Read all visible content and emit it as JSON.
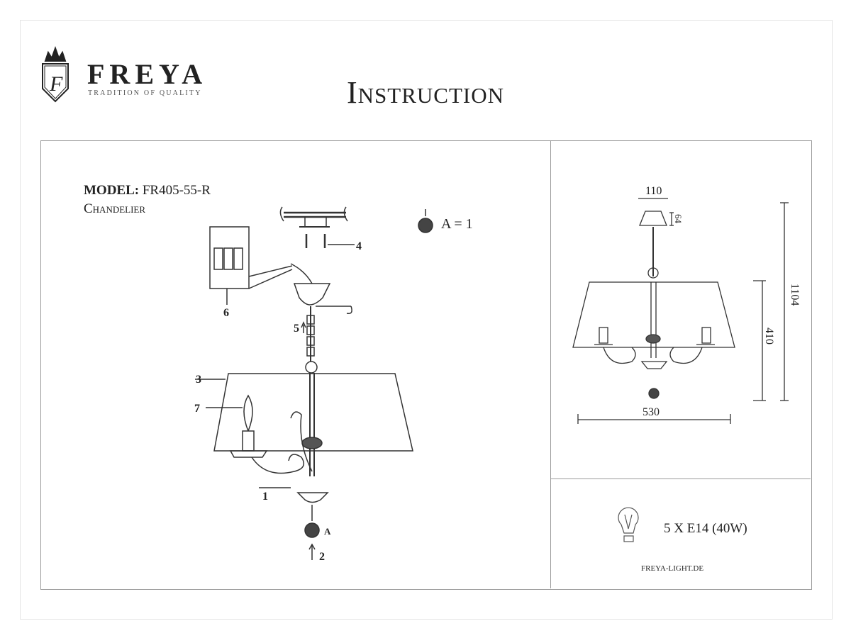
{
  "logo": {
    "brand": "FREYA",
    "tagline": "TRADITION OF QUALITY",
    "monogram": "F"
  },
  "title": "Instruction",
  "model": {
    "label": "MODEL:",
    "value": "FR405-55-R",
    "type": "Chandelier"
  },
  "pendant_note": "A = 1",
  "callouts": {
    "c1": "1",
    "c2": "2",
    "c3": "3",
    "c4": "4",
    "c5": "5",
    "c6": "6",
    "c7": "7",
    "cA": "A"
  },
  "dimensions": {
    "top_width": "110",
    "canopy_height": "64",
    "total_height": "1104",
    "body_height": "410",
    "width": "530"
  },
  "lamp_spec": "5 X E14 (40W)",
  "website": "FREYA-LIGHT.DE"
}
